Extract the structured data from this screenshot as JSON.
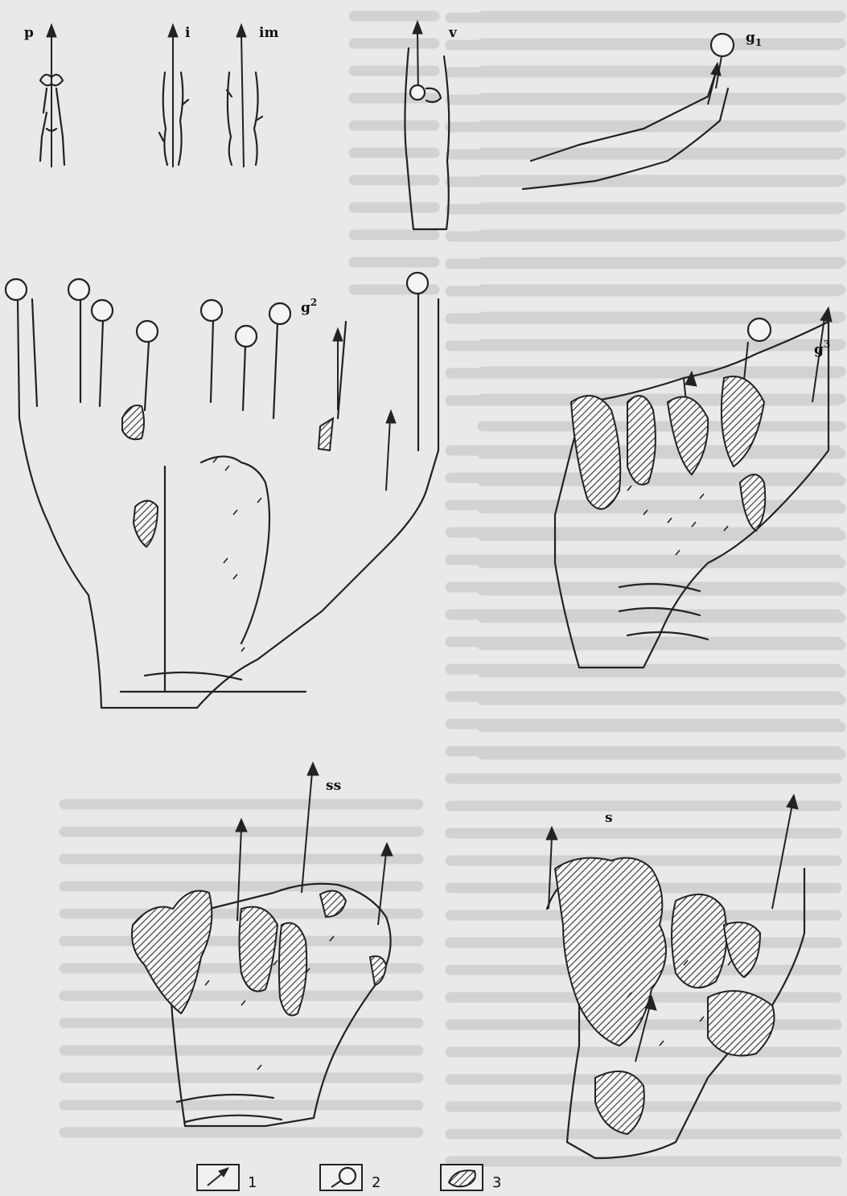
{
  "figure_labels": {
    "p": "p",
    "i": "i",
    "im": "im",
    "v": "v",
    "g1": "g",
    "g1_sub": "1",
    "g2": "g",
    "g2_sub": "2",
    "g3": "g",
    "g3_sub": "3",
    "ss": "ss",
    "s": "s"
  },
  "legend": {
    "item1": "1",
    "item2": "2",
    "item3": "3"
  },
  "colors": {
    "ink": "#222222",
    "paper": "#e9e9e9",
    "background_text": "#d2d2d2"
  }
}
